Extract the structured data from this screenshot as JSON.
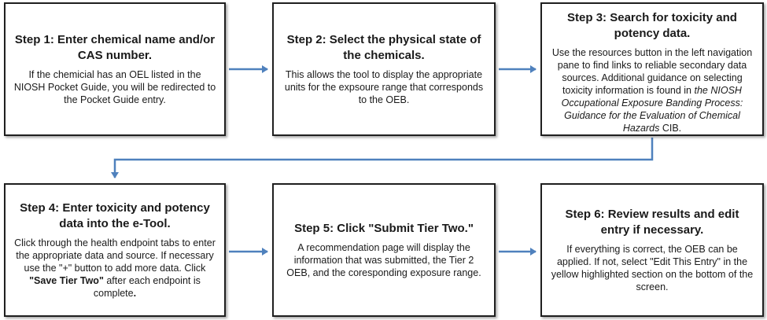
{
  "steps": [
    {
      "title": "Step 1: Enter chemical name and/or CAS number.",
      "desc": "If the chemicial has an OEL listed in the NIOSH Pocket Guide, you will be redirected to the Pocket Guide entry."
    },
    {
      "title": "Step 2: Select the physical state of the chemicals.",
      "desc": "This allows the tool to display the appropriate units for the expsoure range that corresponds to the OEB."
    },
    {
      "title": "Step 3: Search for toxicity and potency data.",
      "desc_a": "Use the resources button in the left navigation pane to find links to reliable secondary data sources. Additional guidance on selecting toxicity information is found in ",
      "desc_italic": "the NIOSH Occupational Exposure Banding Process: Guidance for the Evaluation of Chemical Hazards",
      "desc_b": " CIB."
    },
    {
      "title": "Step 4: Enter toxicity and potency data into the e-Tool.",
      "desc_a": "Click through the health endpoint tabs to enter the appropriate data and source. If necessary use the \"+\" button to add more data. Click ",
      "desc_bold": "\"Save Tier Two\"",
      "desc_b": " after each endpoint is complete",
      "desc_end": "."
    },
    {
      "title": "Step 5: Click \"Submit Tier Two.\"",
      "desc": "A recommendation page will display the information that was submitted, the Tier 2 OEB, and the coresponding exposure range."
    },
    {
      "title": "Step 6: Review results and edit entry if necessary.",
      "desc": "If everything is correct, the OEB can be applied. If not, select \"Edit This Entry\" in the yellow highlighted section on the bottom of the screen."
    }
  ],
  "colors": {
    "arrow": "#4f81bd",
    "border": "#1f1f1f"
  }
}
